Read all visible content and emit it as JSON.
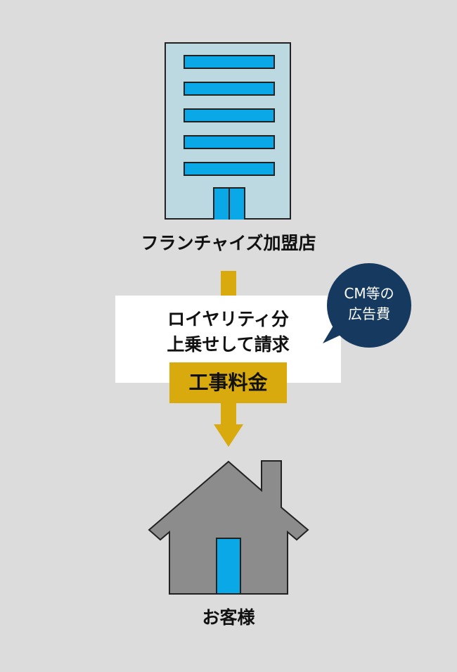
{
  "franchise": {
    "label": "フランチャイズ加盟店"
  },
  "fees": {
    "line1": "ロイヤリティ分",
    "line2": "上乗せして請求",
    "cost_label": "工事料金"
  },
  "ad_bubble": {
    "line1": "CM等の",
    "line2": "広告費"
  },
  "customer": {
    "label": "お客様"
  },
  "colors": {
    "background": "#dcdcdc",
    "accent_gold": "#d9aa0d",
    "window_blue": "#0aa8e6",
    "building_fill": "#bcd9e2",
    "bubble_navy": "#163a5f",
    "house_gray": "#8c8c8c"
  },
  "icons": {
    "building": "office-building-icon",
    "house": "house-icon",
    "arrow": "down-arrow-icon",
    "bubble": "speech-bubble-icon"
  }
}
